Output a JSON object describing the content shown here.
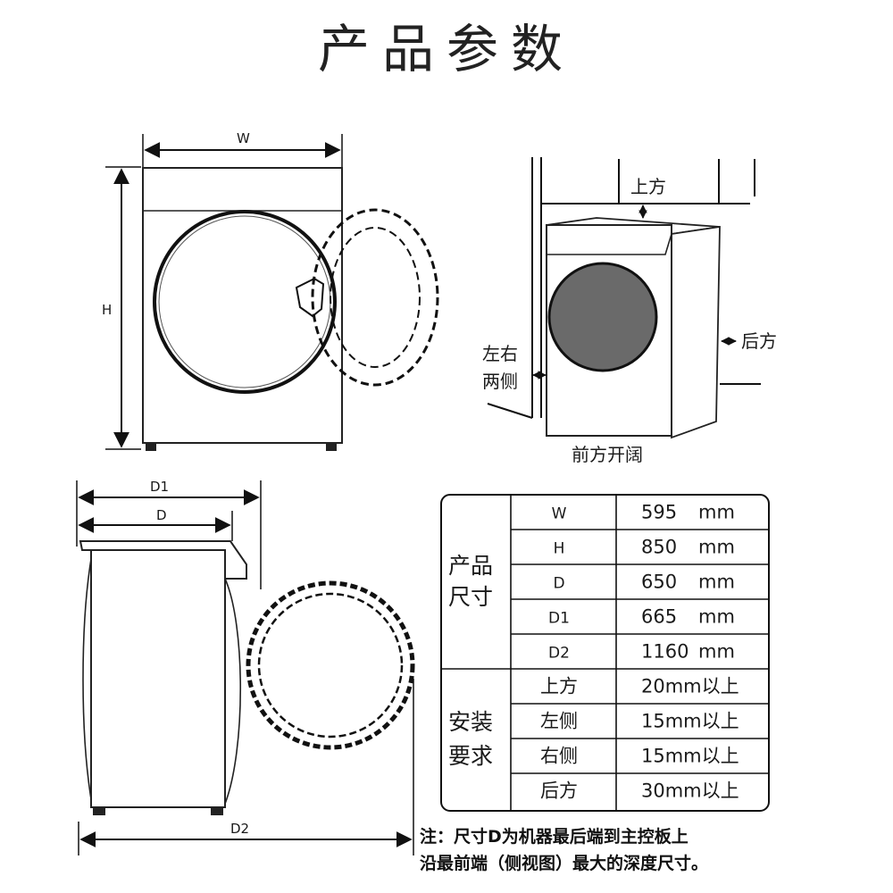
{
  "title": "产品参数",
  "front_view": {
    "width_label": "W",
    "height_label": "H"
  },
  "clearance_view": {
    "top_label": "上方",
    "back_label": "后方",
    "sides_label_line1": "左右",
    "sides_label_line2": "两侧",
    "front_label": "前方开阔"
  },
  "side_view": {
    "d1_label": "D1",
    "d_label": "D",
    "d2_label": "D2"
  },
  "spec_table": {
    "group_size_line1": "产品",
    "group_size_line2": "尺寸",
    "group_install_line1": "安装",
    "group_install_line2": "要求",
    "rows": [
      {
        "key": "W",
        "value": "595",
        "unit": "mm"
      },
      {
        "key": "H",
        "value": "850",
        "unit": "mm"
      },
      {
        "key": "D",
        "value": "650",
        "unit": "mm"
      },
      {
        "key": "D1",
        "value": "665",
        "unit": "mm"
      },
      {
        "key": "D2",
        "value": "1160",
        "unit": "mm"
      },
      {
        "key": "上方",
        "value": "20mm以上",
        "unit": ""
      },
      {
        "key": "左侧",
        "value": "15mm以上",
        "unit": ""
      },
      {
        "key": "右侧",
        "value": "15mm以上",
        "unit": ""
      },
      {
        "key": "后方",
        "value": "30mm以上",
        "unit": ""
      }
    ]
  },
  "note_line1": "注：尺寸D为机器最后端到主控板上",
  "note_line2": "沿最前端（侧视图）最大的深度尺寸。"
}
